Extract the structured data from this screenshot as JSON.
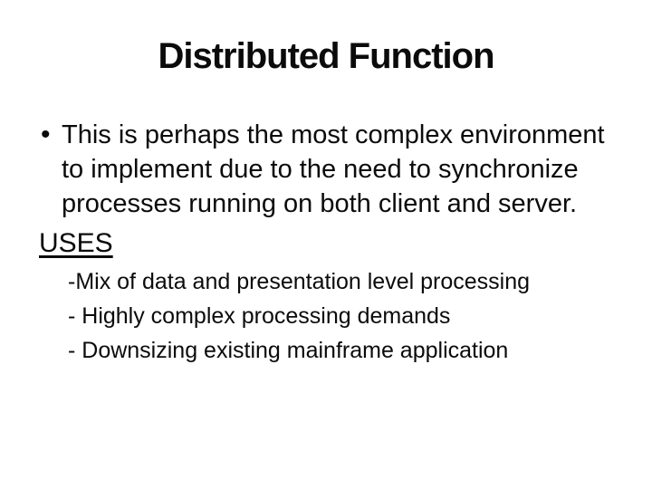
{
  "slide": {
    "title": "Distributed Function",
    "bullet": {
      "glyph": "•",
      "lines": [
        "This is perhaps the most complex environment",
        "to implement due to the need to synchronize",
        "processes running on both client and server."
      ]
    },
    "uses_label": "USES",
    "sub_items": [
      "-Mix of data and presentation level processing",
      "- Highly complex processing demands",
      "- Downsizing existing mainframe application"
    ]
  },
  "colors": {
    "background": "#ffffff",
    "text": "#0b0b0b"
  }
}
